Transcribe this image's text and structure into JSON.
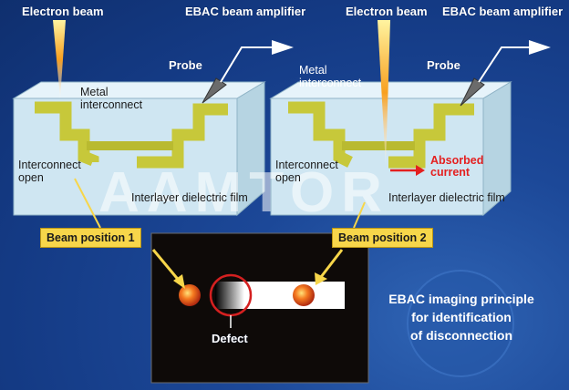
{
  "left_panel": {
    "electron_beam": "Electron beam",
    "amplifier": "EBAC beam amplifier",
    "probe": "Probe",
    "metal_interconnect": "Metal\ninterconnect",
    "interconnect_open": "Interconnect\nopen",
    "dielectric": "Interlayer dielectric film",
    "beam_position": "Beam position 1"
  },
  "right_panel": {
    "electron_beam": "Electron beam",
    "amplifier": "EBAC beam amplifier",
    "probe": "Probe",
    "metal_interconnect": "Metal\ninterconnect",
    "interconnect_open": "Interconnect\nopen",
    "absorbed_current": "Absorbed\ncurrent",
    "dielectric": "Interlayer dielectric film",
    "beam_position": "Beam position 2"
  },
  "image_panel": {
    "defect": "Defect"
  },
  "principle": "EBAC imaging principle\nfor identification\nof disconnection",
  "watermark": "AAMTOR",
  "colors": {
    "background": "#163f8c",
    "slab": "#cfe6f2",
    "metal": "#c7c83a",
    "tag": "#f7d64a",
    "absorbed": "#e41f1f"
  }
}
